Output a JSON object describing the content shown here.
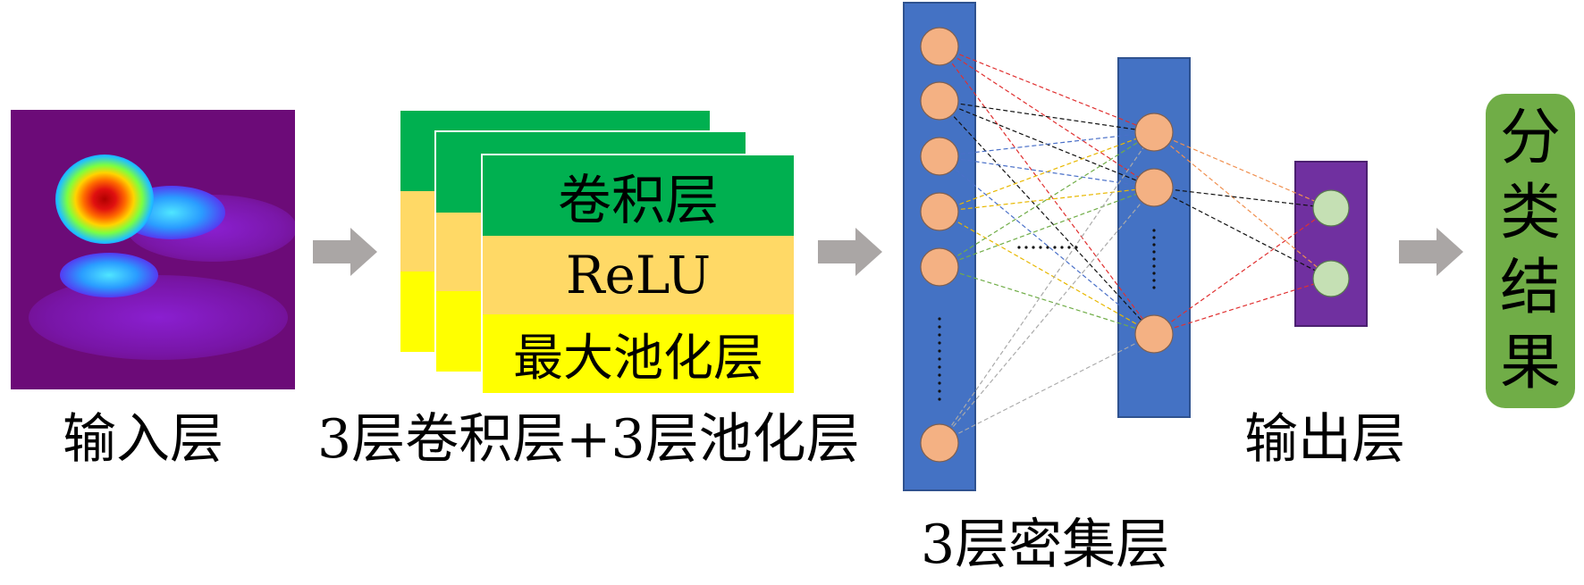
{
  "input": {
    "label": "输入层"
  },
  "conv": {
    "label": "3层卷积层+3层池化层",
    "conv_label": "卷积层",
    "relu_label": "ReLU",
    "pool_label": "最大池化层"
  },
  "dense": {
    "label": "3层密集层"
  },
  "output": {
    "label": "输出层"
  },
  "result": {
    "chars": [
      "分",
      "类",
      "结",
      "果"
    ]
  },
  "colors": {
    "heatmap_bg": "#6c0b78",
    "conv_green": "#00b050",
    "relu_orange": "#ffd966",
    "pool_yellow": "#ffff00",
    "dense_blue": "#4472c4",
    "neuron_orange": "#f4b183",
    "output_purple": "#7030a0",
    "output_neuron": "#c5e0b4",
    "result_green": "#70ad47",
    "arrow_gray": "#aaa6a5"
  }
}
